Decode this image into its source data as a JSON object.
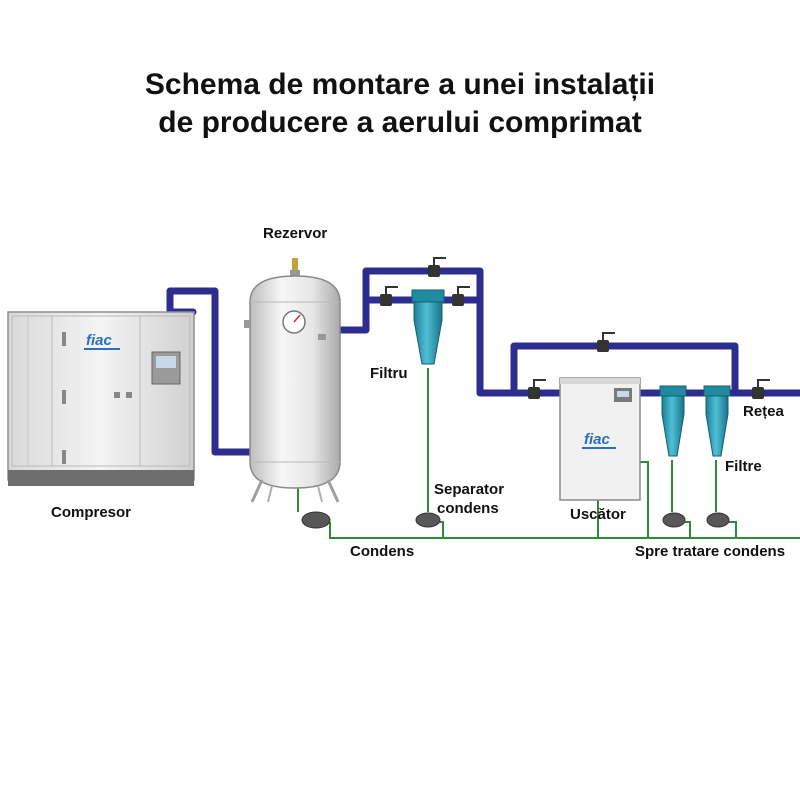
{
  "title": {
    "line1": "Schema de montare a unei instalații",
    "line2": "de producere a aerului comprimat"
  },
  "labels": {
    "compresor": "Compresor",
    "rezervor": "Rezervor",
    "filtru": "Filtru",
    "separator_line1": "Separator",
    "separator_line2": "condens",
    "uscator": "Uscător",
    "filtre": "Filtre",
    "retea": "Rețea",
    "condens": "Condens",
    "spre_tratare": "Spre tratare condens"
  },
  "brand": "fiac",
  "colors": {
    "air_pipe": "#2c2d8f",
    "condensate_line": "#2e8b3a",
    "filter_body": "#2a9bb3",
    "tank": "#e4e4e4",
    "equipment": "#ededed"
  }
}
